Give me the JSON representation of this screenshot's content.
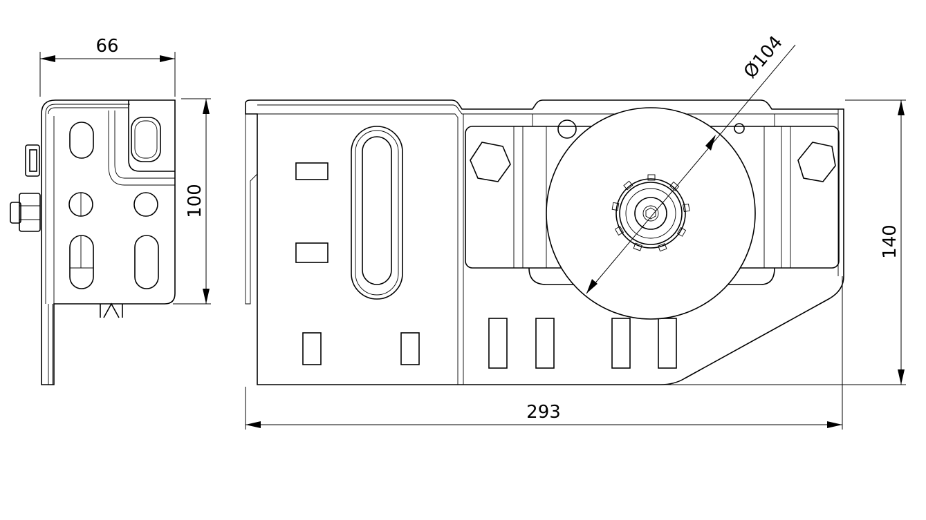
{
  "dimensions": {
    "side_width": "66",
    "side_height": "100",
    "front_length": "293",
    "front_height": "140",
    "wheel_diameter": "Ø104"
  },
  "colors": {
    "line": "#000000",
    "background": "#ffffff"
  }
}
